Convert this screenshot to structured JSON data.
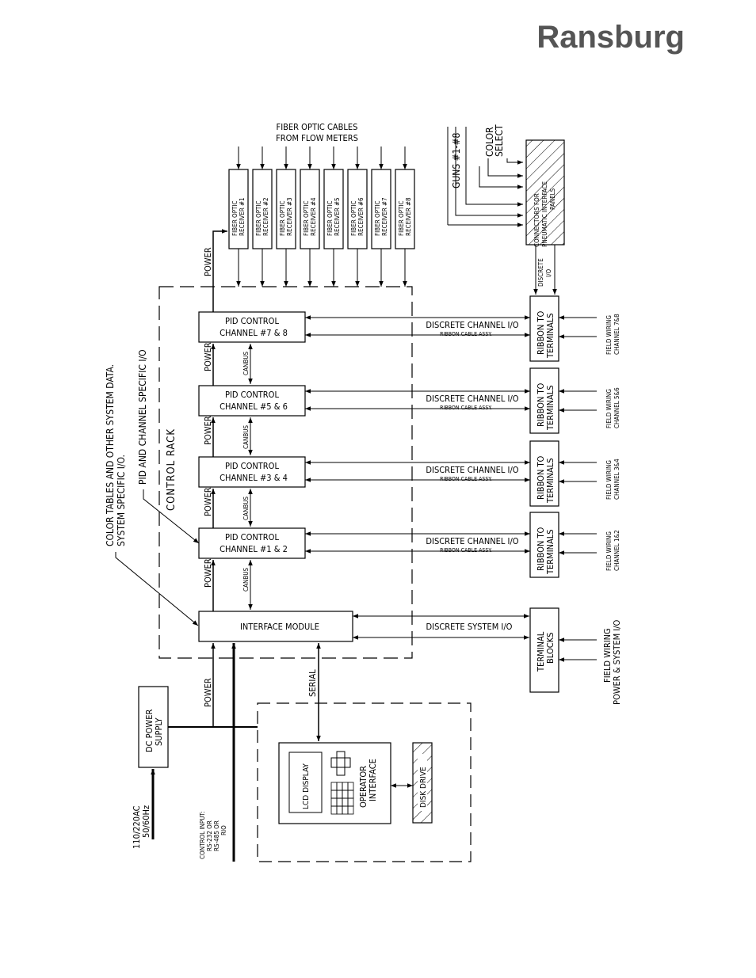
{
  "brand": "Ransburg",
  "fiber_header": [
    "FIBER OPTIC CABLES",
    "FROM FLOW METERS"
  ],
  "receivers": [
    [
      "FIBER OPTIC",
      "RECEIVER #1"
    ],
    [
      "FIBER OPTIC",
      "RECEIVER #2"
    ],
    [
      "FIBER OPTIC",
      "RECEIVER #3"
    ],
    [
      "FIBER OPTIC",
      "RECEIVER #4"
    ],
    [
      "FIBER OPTIC",
      "RECEIVER #5"
    ],
    [
      "FIBER OPTIC",
      "RECEIVER #6"
    ],
    [
      "FIBER OPTIC",
      "RECEIVER #7"
    ],
    [
      "FIBER OPTIC",
      "RECEIVER #8"
    ]
  ],
  "guns_label": "GUNS #1-#8",
  "color_select": [
    "COLOR",
    "SELECT"
  ],
  "connectors": [
    "CONNECTORS FOR",
    "PNEUMATIC INTERFACE",
    "PANELS"
  ],
  "discrete_io": [
    "DISCRETE",
    "I/O"
  ],
  "power_label": "POWER",
  "canbus_label": "CANBUS",
  "serial_label": "SERIAL",
  "pid_title": "PID CONTROL",
  "pid_channels": [
    "CHANNEL #7 & 8",
    "CHANNEL #5 & 6",
    "CHANNEL #3 & 4",
    "CHANNEL #1 & 2"
  ],
  "discrete_channel": "DISCRETE CHANNEL I/O",
  "ribbon_assy": "RIBBON CABLE ASSY.",
  "ribbon_terminals": [
    "RIBBON TO",
    "TERMINALS"
  ],
  "field_wiring": [
    [
      "FIELD WIRING",
      "CHANNEL 7&8"
    ],
    [
      "FIELD WIRING",
      "CHANNEL 5&6"
    ],
    [
      "FIELD WIRING",
      "CHANNEL 3&4"
    ],
    [
      "FIELD WIRING",
      "CHANNEL 1&2"
    ]
  ],
  "interface_module": "INTERFACE MODULE",
  "discrete_system": "DISCRETE SYSTEM I/O",
  "terminal_blocks": [
    "TERMINAL",
    "BLOCKS"
  ],
  "field_wiring_power": [
    "FIELD WIRING",
    "POWER & SYSTEM I/O"
  ],
  "color_tables": [
    "COLOR TABLES AND OTHER SYSTEM DATA.",
    "SYSTEM SPECIFIC I/O."
  ],
  "pid_specific": "PID AND CHANNEL SPECIFIC I/O",
  "control_rack": "CONTROL RACK",
  "dc_power": [
    "DC POWER",
    "SUPPLY"
  ],
  "ac_input": [
    "110/220AC",
    "50/60Hz"
  ],
  "control_input": [
    "CONTROL INPUT:",
    "RS-232 OR",
    "RS-485 OR",
    "RIO"
  ],
  "lcd_display": "LCD DISPLAY",
  "operator_interface": [
    "OPERATOR",
    "INTERFACE"
  ],
  "disk_drive": "DISK DRIVE"
}
